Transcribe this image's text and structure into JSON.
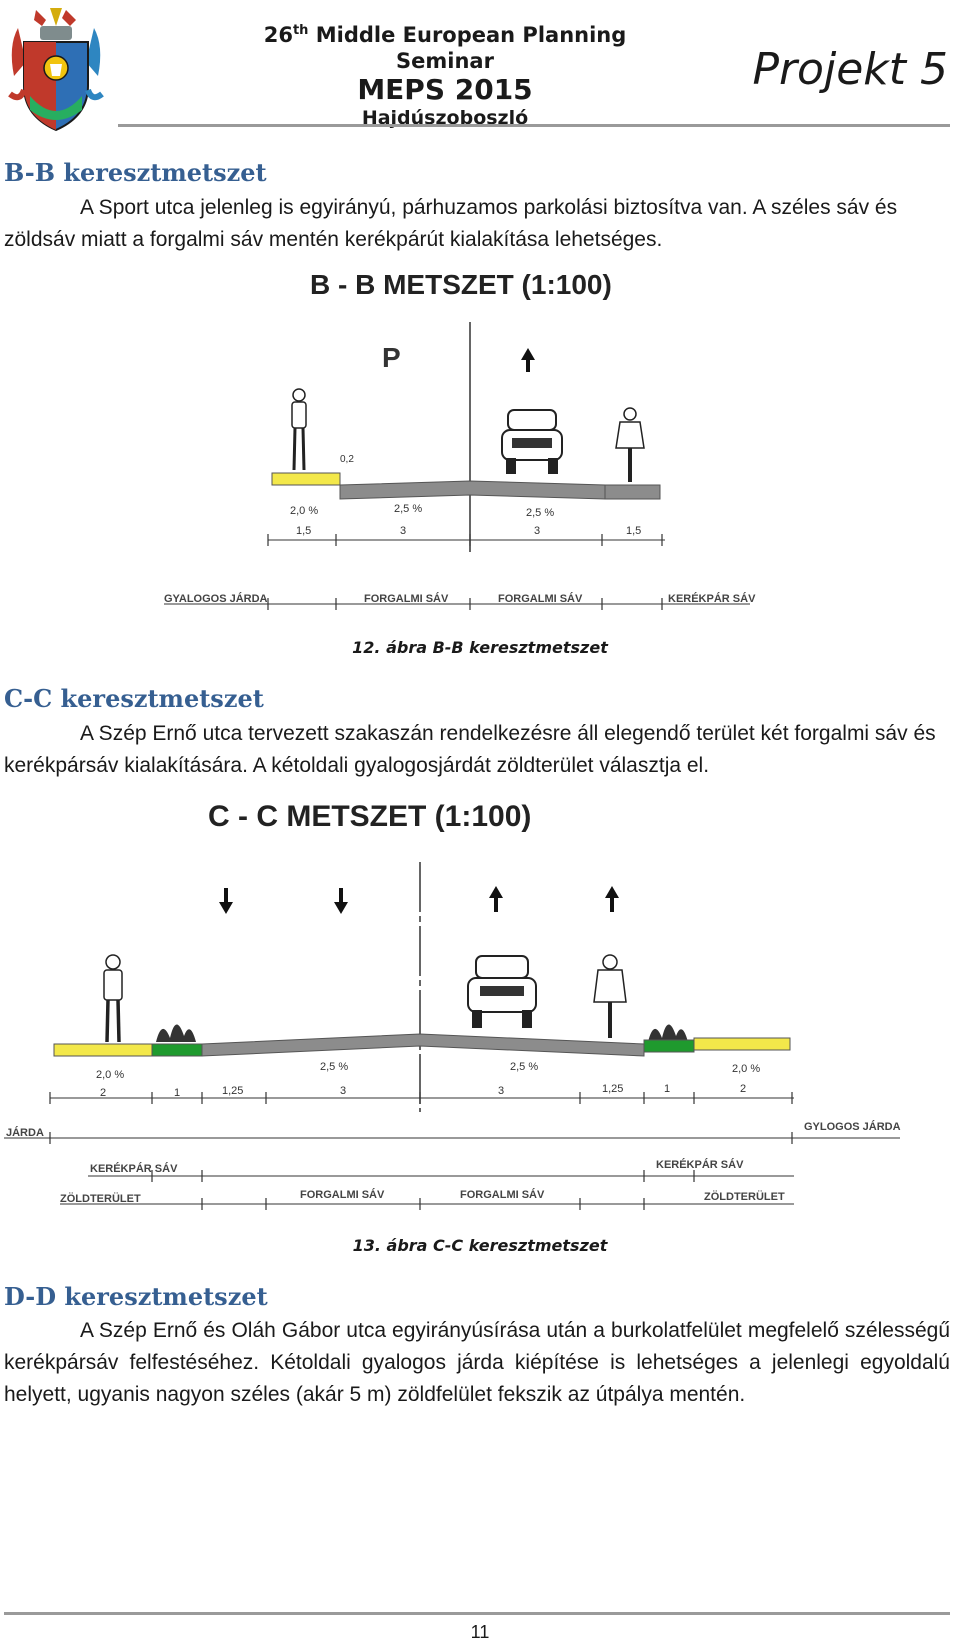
{
  "header": {
    "seminar_line1_num": "26",
    "seminar_line1_sup": "th",
    "seminar_line1_rest": " Middle European Planning Seminar",
    "seminar_line2": "MEPS 2015",
    "seminar_line3": "Hajdúszoboszló",
    "project": "Projekt 5"
  },
  "sections": {
    "bb": {
      "title": "B-B keresztmetszet",
      "text": "A Sport utca jelenleg is egyirányú, párhuzamos parkolási biztosítva van. A széles sáv és zöldsáv miatt a forgalmi sáv mentén kerékpárút kialakítása lehetséges.",
      "caption": "12. ábra B-B keresztmetszet"
    },
    "cc": {
      "title": "C-C keresztmetszet",
      "text": "A Szép Ernő utca tervezett szakaszán rendelkezésre áll elegendő terület két forgalmi sáv és kerékpársáv kialakítására. A kétoldali gyalogosjárdát zöldterület választja el.",
      "caption": "13. ábra C-C keresztmetszet"
    },
    "dd": {
      "title": "D-D keresztmetszet",
      "text": "A Szép Ernő és Oláh Gábor utca egyirányúsírása után a burkolatfelület megfelelő szélességű kerékpársáv felfestéséhez. Kétoldali gyalogos járda kiépítése is lehetséges a jelenlegi egyoldalú helyett, ugyanis nagyon széles (akár 5 m) zöldfelület fekszik az útpálya mentén."
    }
  },
  "figures": {
    "bb": {
      "title": "B - B METSZET (1:100)",
      "parking": "P",
      "curb_height": "0,2",
      "slope_sidewalk": "2,0 %",
      "slope_lane1": "2,5 %",
      "slope_lane2": "2,5 %",
      "dims": [
        "1,5",
        "3",
        "3",
        "1,5"
      ],
      "labels": {
        "sidewalk": "GYALOGOS JÁRDA",
        "lane1": "FORGALMI SÁV",
        "lane2": "FORGALMI SÁV",
        "bike": "KERÉKPÁR SÁV"
      }
    },
    "cc": {
      "title": "C - C METSZET (1:100)",
      "slope_left": "2,0 %",
      "slope_lane1": "2,5 %",
      "slope_lane2": "2,5 %",
      "slope_right": "2,0 %",
      "dims": [
        "2",
        "1",
        "1,25",
        "3",
        "3",
        "1,25",
        "1",
        "2"
      ],
      "labels": {
        "sidewalk_left": "JÁRDA",
        "sidewalk_right": "GYLOGOS JÁRDA",
        "bike_left": "KERÉKPÁR SÁV",
        "bike_right": "KERÉKPÁR SÁV",
        "green_left": "ZÖLDTERÜLET",
        "green_right": "ZÖLDTERÜLET",
        "lane1": "FORGALMI SÁV",
        "lane2": "FORGALMI SÁV"
      }
    }
  },
  "footer": {
    "page": "11"
  },
  "colors": {
    "heading": "#365f91",
    "sidewalk": "#f3e84a",
    "green": "#1f9a2e",
    "road": "#8c8c8c"
  }
}
